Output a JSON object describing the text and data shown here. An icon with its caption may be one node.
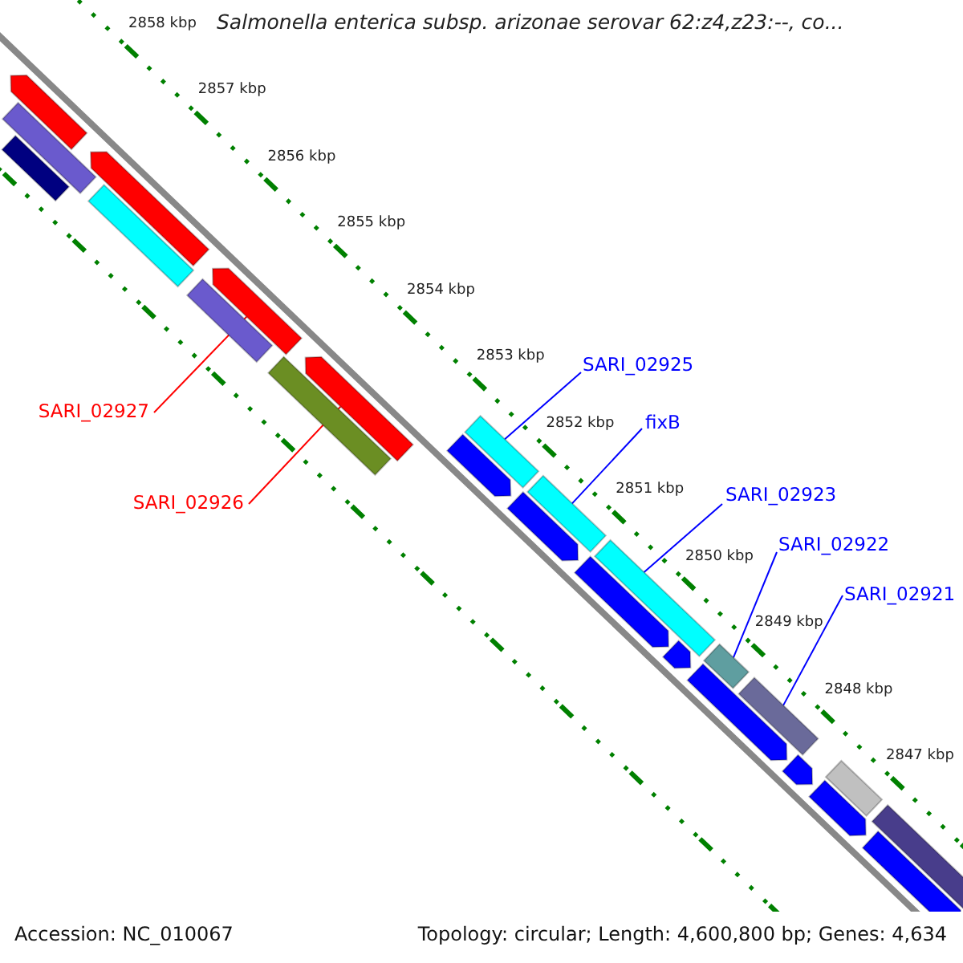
{
  "diagram": {
    "title": "Salmonella enterica subsp. arizonae serovar 62:z4,z23:--, co...",
    "nodes": [
      {
        "text": [],
        "shape": "bar"
      },
      {
        "text": [],
        "shape": "bar"
      },
      {
        "text": [],
        "shape": "arrow"
      },
      {
        "text": [],
        "shape": "arrow"
      },
      {
        "text": [],
        "shape": "bar"
      },
      {
        "text": [],
        "shape": "arrow"
      },
      {
        "text": [],
        "shape": "bar"
      },
      {
        "text": [],
        "shape": "bar"
      },
      {
        "text": [],
        "shape": "arrow"
      },
      {
        "text": [],
        "shape": "arrow"
      },
      {
        "text": [],
        "shape": "bar"
      },
      {
        "text": [],
        "shape": "arrow"
      },
      {
        "text": [],
        "shape": "bar"
      },
      {
        "text": [],
        "shape": "arrow"
      },
      {
        "text": [],
        "shape": "bar"
      },
      {
        "text": [],
        "shape": "arrow"
      },
      {
        "text": [],
        "shape": "bar"
      },
      {
        "text": [],
        "shape": "arrow"
      },
      {
        "text": [],
        "shape": "bar"
      },
      {
        "text": [],
        "shape": "arrow"
      },
      {
        "text": [],
        "shape": "bar"
      },
      {
        "text": [],
        "shape": "arrow"
      },
      {
        "text": [],
        "shape": "bar"
      },
      {
        "text": [],
        "shape": "arrow"
      },
      {
        "text": [
          "SARI_02927"
        ]
      },
      {
        "text": [
          "SARI_02926"
        ]
      },
      {
        "text": [
          "SARI_02925"
        ]
      },
      {
        "text": [
          "fixB"
        ]
      },
      {
        "text": [
          "SARI_02923"
        ]
      },
      {
        "text": [
          "SARI_02922"
        ]
      },
      {
        "text": [
          "SARI_02921"
        ]
      }
    ],
    "edges": [
      {
        "from": 24,
        "to": 5,
        "arrow": "none",
        "color": "#ff0000"
      },
      {
        "from": 25,
        "to": 8,
        "arrow": "none",
        "color": "#ff0000"
      },
      {
        "from": 26,
        "to": 10,
        "arrow": "none"
      },
      {
        "from": 27,
        "to": 12,
        "arrow": "none"
      },
      {
        "from": 28,
        "to": 14,
        "arrow": "none"
      },
      {
        "from": 29,
        "to": 16,
        "arrow": "none"
      },
      {
        "from": 30,
        "to": 18,
        "arrow": "none"
      }
    ],
    "labels": [
      "2858 kbp",
      "2857 kbp",
      "2856 kbp",
      "2855 kbp",
      "2854 kbp",
      "2853 kbp",
      "2852 kbp",
      "2851 kbp",
      "2850 kbp",
      "2849 kbp",
      "2848 kbp",
      "2847 kbp",
      "Accession: NC_010067",
      "Topology: circular; Length: 4,600,800 bp; Genes: 4,634"
    ]
  }
}
